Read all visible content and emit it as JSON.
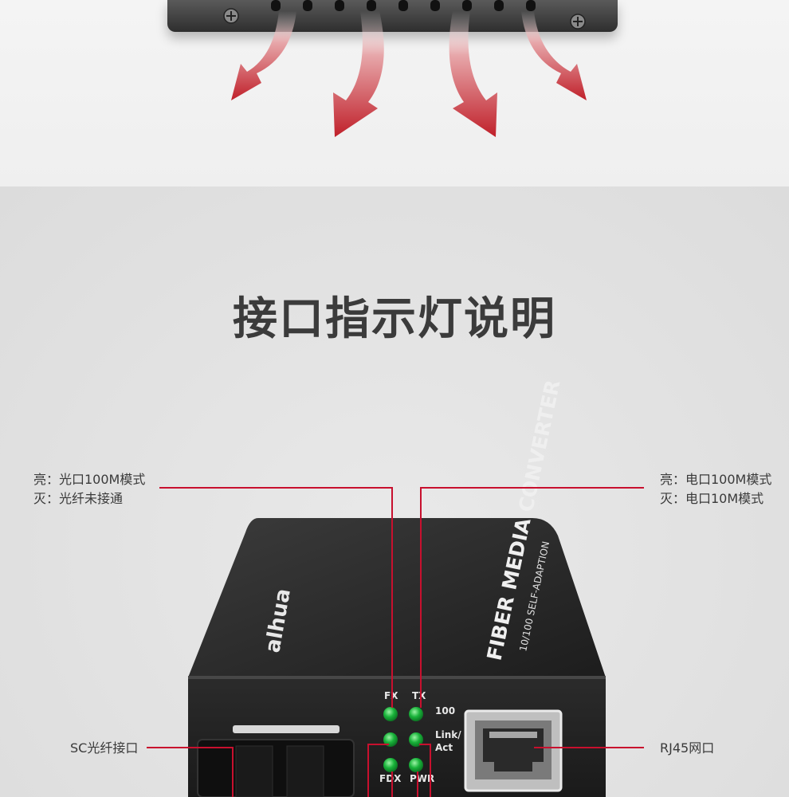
{
  "title": "接口指示灯说明",
  "indicators": {
    "fx": {
      "line1": "亮：光口100M模式",
      "line2": "灭：光纤未接通"
    },
    "tx": {
      "line1": "亮：电口100M模式",
      "line2": "灭：电口10M模式"
    }
  },
  "ports": {
    "sc": "SC光纤接口",
    "rj45": "RJ45网口"
  },
  "device": {
    "brand": "alhua",
    "product_name": "FIBER MEDIA CONVERTER",
    "product_subtitle": "10/100 SELF-ADAPTION",
    "led_labels": {
      "fx": "FX",
      "tx": "TX",
      "speed": "100",
      "link": "Link/",
      "act": "Act",
      "fdx": "FDX",
      "pwr": "PWR"
    }
  },
  "colors": {
    "callout_line": "#c8102e",
    "arrow": "#c0202a",
    "led": "#19b33a",
    "title": "#3b3b3b"
  }
}
